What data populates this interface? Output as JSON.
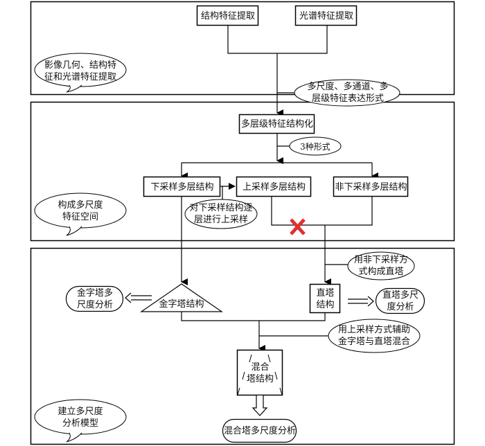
{
  "colors": {
    "line": "#000000",
    "cross": "#e03030",
    "fill": "#ffffff"
  },
  "panels": [
    {
      "callout": "影像几何、结构特征和光谱特征提取",
      "callout_lines": [
        "影像几何、结构特",
        "征和光谱特征提取"
      ]
    },
    {
      "callout": "构成多尺度特征空间",
      "callout_lines": [
        "构成多尺度",
        "特征空间"
      ]
    },
    {
      "callout": "建立多尺度分析模型",
      "callout_lines": [
        "建立多尺度",
        "分析模型"
      ]
    }
  ],
  "nodes": {
    "structure_extract": "结构特征提取",
    "spectral_extract": "光谱特征提取",
    "multi_form_note": [
      "多尺度、多通道、多",
      "层级特征表达形式"
    ],
    "structuring": "多层级特征结构化",
    "three_forms_note": "3种形式",
    "downsample": "下采样多层结构",
    "upsample": "上采样多层结构",
    "non_downsample": "非下采样多层结构",
    "upsample_note": [
      "对下采样结构逐",
      "层进行上采样"
    ],
    "pyramid": "金字塔结构",
    "pyramid_analysis": [
      "金字塔多",
      "尺度分析"
    ],
    "tower_note": [
      "用非下采样方",
      "式构成直塔"
    ],
    "tower": [
      "直塔",
      "结构"
    ],
    "tower_analysis": [
      "直塔多尺",
      "度分析"
    ],
    "hybrid_note": [
      "用上采样方式辅助",
      "金字塔与直塔混合"
    ],
    "hybrid": [
      "混合",
      "塔结构"
    ],
    "hybrid_analysis": "混合塔多尺度分析"
  },
  "icons": {
    "cross": "red-x-cross-icon"
  }
}
